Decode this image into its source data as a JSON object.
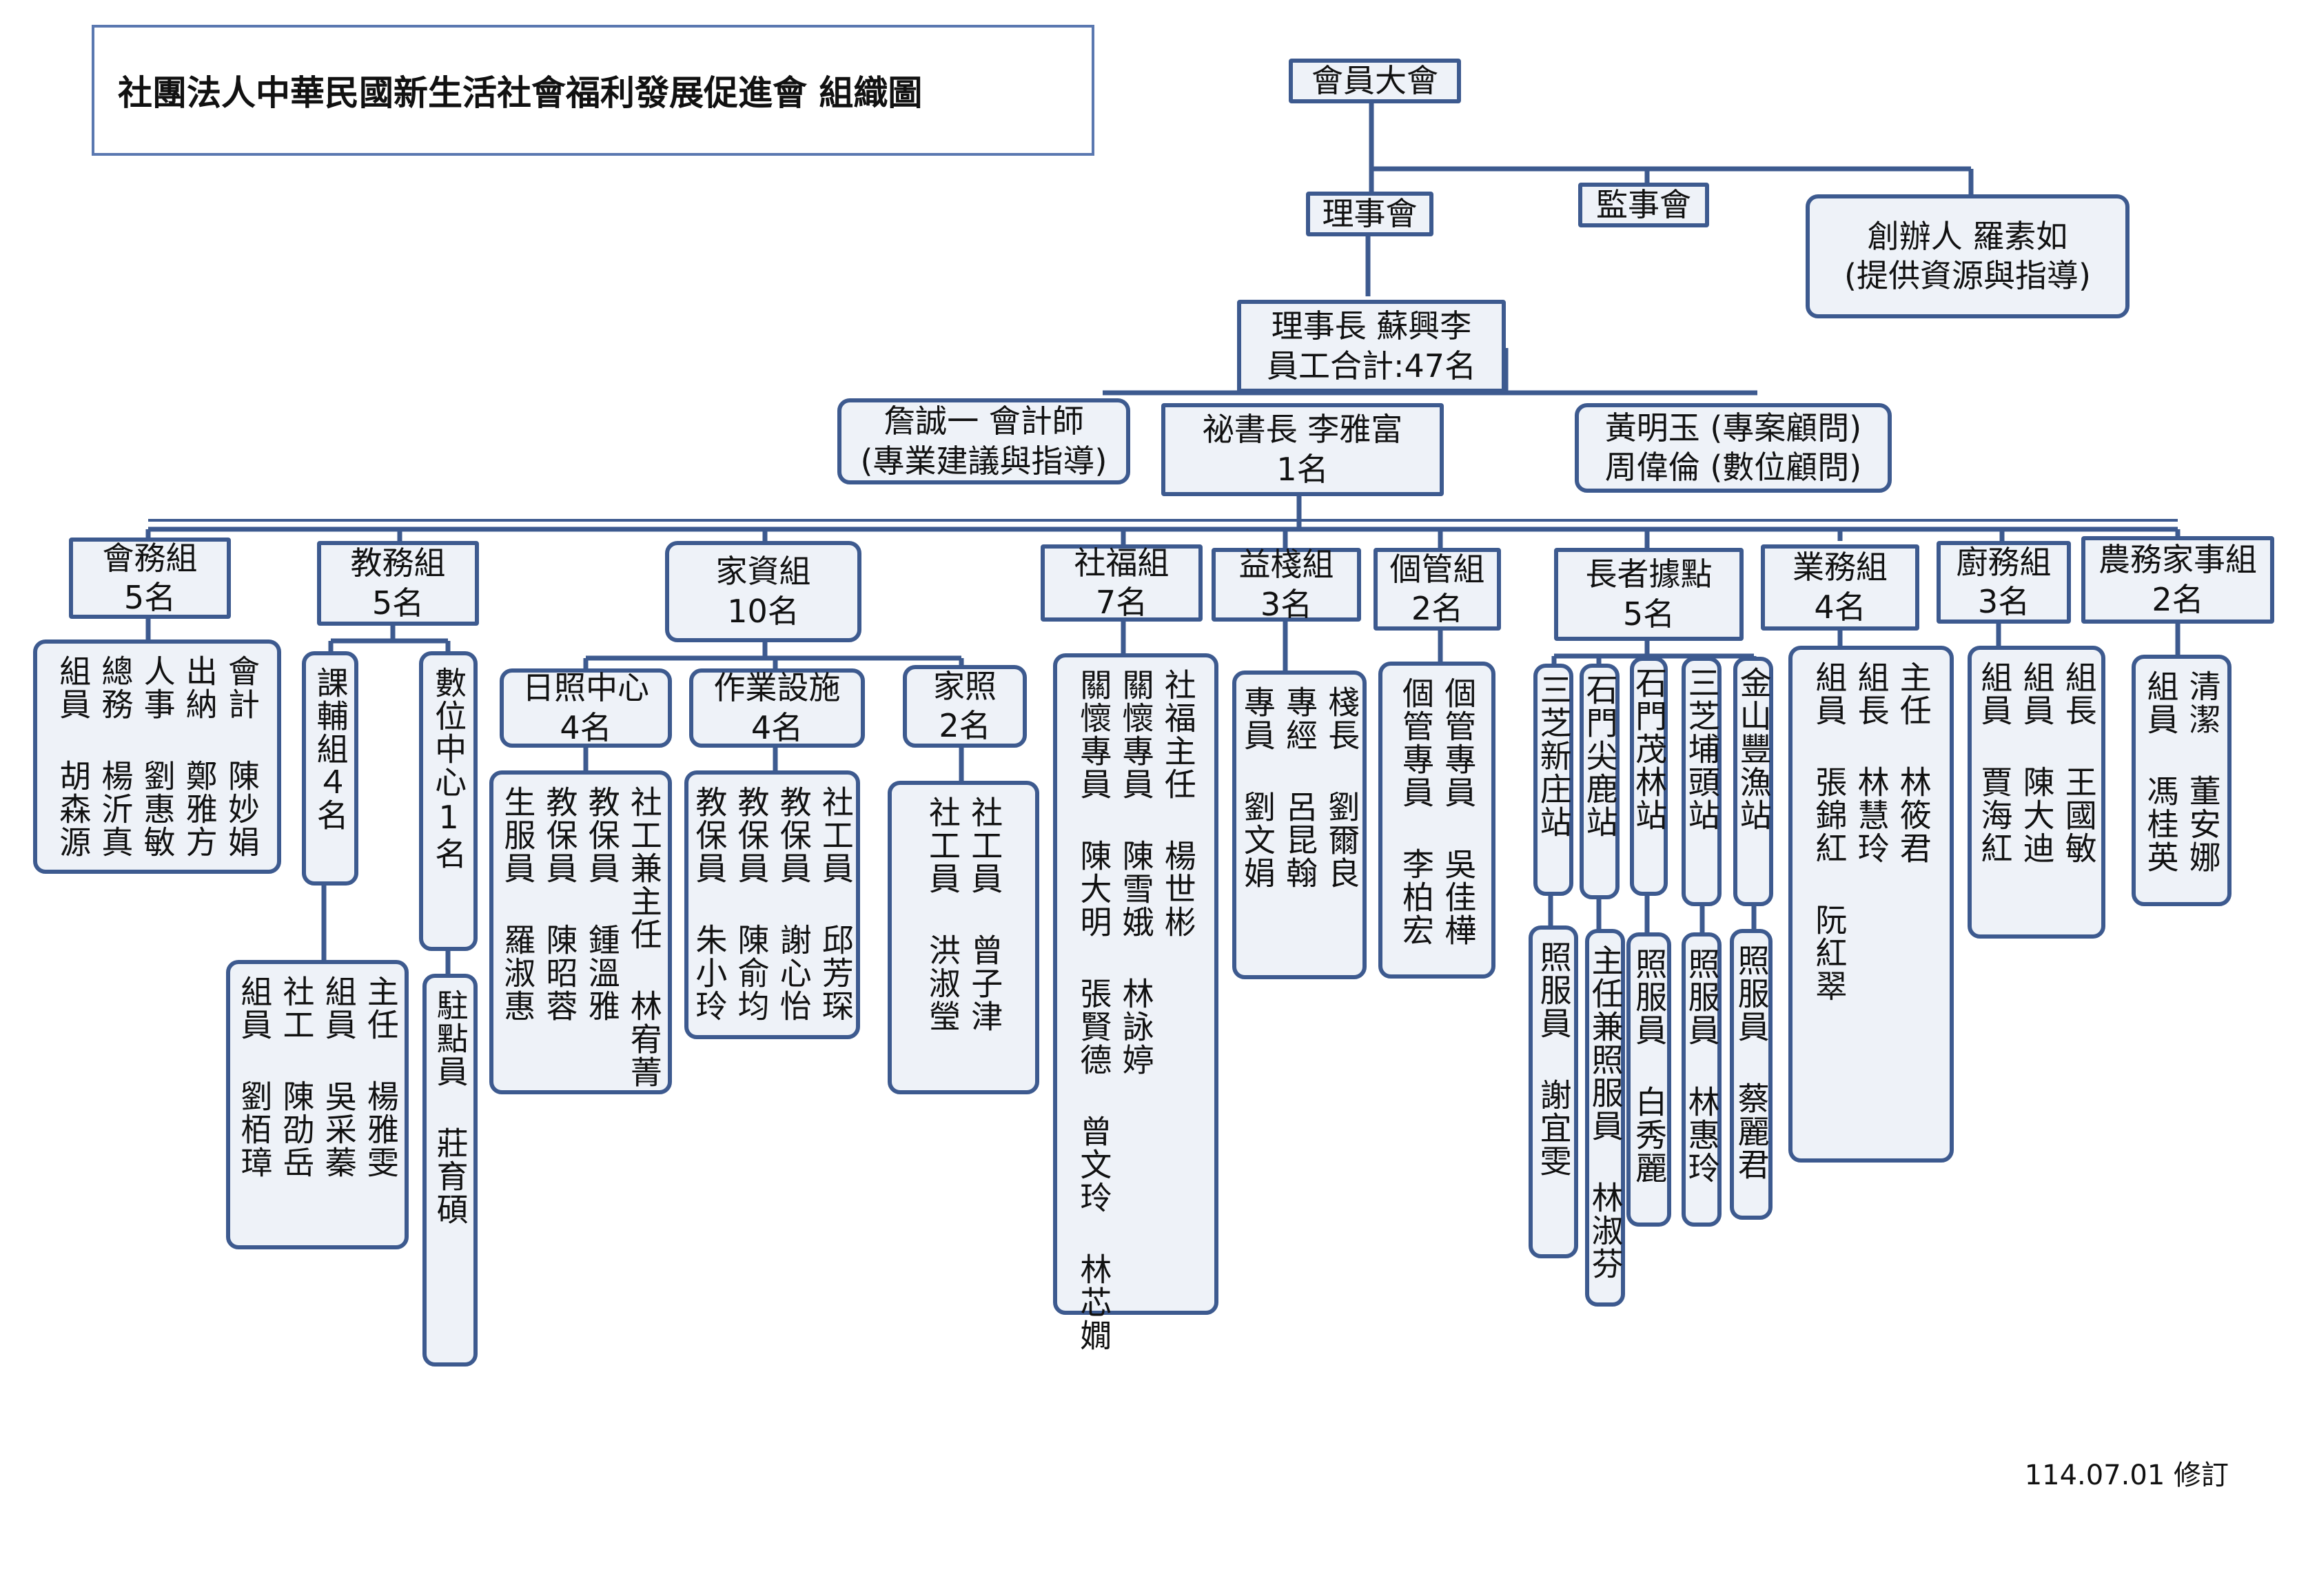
{
  "title": "社團法人中華民國新生活社會福利發展促進會  組織圖",
  "revision": "114.07.01 修訂",
  "top": {
    "assembly": "會員大會",
    "board": "理事會",
    "supervisors": "監事會",
    "founder": [
      "創辦人 羅素如",
      "(提供資源與指導)"
    ],
    "chairman": [
      "理事長 蘇興李",
      "員工合計:47名"
    ],
    "accountant": [
      "詹誠一 會計師",
      "(專業建議與指導)"
    ],
    "secretary": [
      "祕書長 李雅富",
      "1名"
    ],
    "advisors": [
      "黃明玉 (專案顧問)",
      "周偉倫 (數位顧問)"
    ]
  },
  "groups": {
    "admin": [
      "會務組",
      "5名"
    ],
    "edu": [
      "教務組",
      "5名"
    ],
    "home": [
      "家資組",
      "10名"
    ],
    "welfare": [
      "社福組",
      "7名"
    ],
    "yiji": [
      "益棧組",
      "3名"
    ],
    "case": [
      "個管組",
      "2名"
    ],
    "elder": [
      "長者據點",
      "5名"
    ],
    "business": [
      "業務組",
      "4名"
    ],
    "kitchen": [
      "廚務組",
      "3名"
    ],
    "farm": [
      "農務家事組",
      "2名"
    ]
  },
  "subgroups": {
    "daycare": [
      "日照中心",
      "4名"
    ],
    "workshop": [
      "作業設施",
      "4名"
    ],
    "homecare": [
      "家照",
      "2名"
    ],
    "tutor": [
      "課輔組４名"
    ],
    "digital": [
      "數位中心1名"
    ],
    "sanzhi_xz": [
      "三芝新庄站"
    ],
    "shimen_jl": [
      "石門尖鹿站"
    ],
    "shimen_ml": [
      "石門茂林站"
    ],
    "sanzhi_pt": [
      "三芝埔頭站"
    ],
    "jinshan": [
      "金山豐漁站"
    ]
  },
  "members": {
    "admin": [
      "會計 陳妙娟",
      "出納 鄭雅方",
      "人事 劉惠敏",
      "總務 楊沂真",
      "組員 胡森源"
    ],
    "tutor": [
      "主任 楊雅雯",
      "組員 吳采蓁",
      "社工 陳劭岳",
      "組員 劉栢璋"
    ],
    "digital": [
      "駐點員 莊育碩"
    ],
    "daycare": [
      "社工兼主任 林宥菁",
      "教保員 鍾溫雅",
      "教保員 陳昭蓉",
      "生服員 羅淑惠"
    ],
    "workshop": [
      "社工員 邱芳琛",
      "教保員 謝心怡",
      "教保員 陳俞均",
      "教保員 朱小玲"
    ],
    "homecare": [
      "社工員 曾子津",
      "社工員 洪淑瑩"
    ],
    "welfare": [
      "社福主任 楊世彬",
      "關懷專員 陳雪娥 林詠婷",
      "關懷專員 陳大明 張賢德 曾文玲 林芯嫺"
    ],
    "yiji": [
      "棧長 劉爾良",
      "專經 呂昆翰",
      "專員 劉文娟"
    ],
    "case": [
      "個管專員 吳佳樺",
      "個管專員 李柏宏"
    ],
    "sanzhi_xz": [
      "照服員 謝宜雯"
    ],
    "shimen_jl": [
      "主任兼照服員 林淑芬"
    ],
    "shimen_ml": [
      "照服員 白秀麗"
    ],
    "sanzhi_pt": [
      "照服員 林惠玲"
    ],
    "jinshan": [
      "照服員 蔡麗君"
    ],
    "business": [
      "主任 林筱君",
      "組長 林慧玲",
      "組員 張錦紅 阮紅翠"
    ],
    "kitchen": [
      "組長 王國敏",
      "組員 陳大迪",
      "組員 賈海紅"
    ],
    "farm": [
      "清潔 董安娜",
      "組員 馮桂英"
    ]
  }
}
